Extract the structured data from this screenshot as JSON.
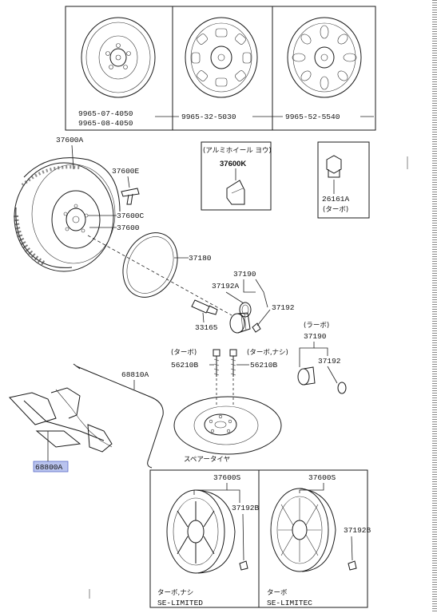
{
  "diagram": {
    "wheel_top_parts": [
      "9965-07-4050",
      "9965-08-4050",
      "9965-32-5030",
      "9965-52-5540"
    ],
    "callouts": {
      "tire_assy": "37600A",
      "tire_valve": "37600E",
      "wheel_disc": "37600C",
      "wheel": "37600",
      "alloy_note": "(アルミホイール ヨウ)",
      "wheel_cap": "37600K",
      "nut": "26161A",
      "nut_note": "(ターボ)",
      "trim_ring": "37180",
      "cap_ring": "37192A",
      "cap": "37190",
      "cap_clip": "37192",
      "valve": "33165",
      "turbo_note_1": "(ターボ)",
      "bolt_1": "56210B",
      "turbo_note_2": "(ターボ,ナシ)",
      "bolt_2": "56210B",
      "ornament_note": "(ラーボ)",
      "ornament": "37190",
      "ornament_clip": "37192",
      "handle": "68810A",
      "spare_tire_label": "スペアータイヤ",
      "jack": "68800A"
    },
    "bottom_left": {
      "part": "37600S",
      "clip": "37192B",
      "note": "ターボ,ナシ",
      "grade": "SE-LIMITED"
    },
    "bottom_right": {
      "part": "37600S",
      "clip": "37192B",
      "note": "ターボ",
      "grade": "SE-LIMITEC"
    }
  },
  "colors": {
    "ink": "#1a1a1a",
    "highlight": "#b9c3ee"
  }
}
